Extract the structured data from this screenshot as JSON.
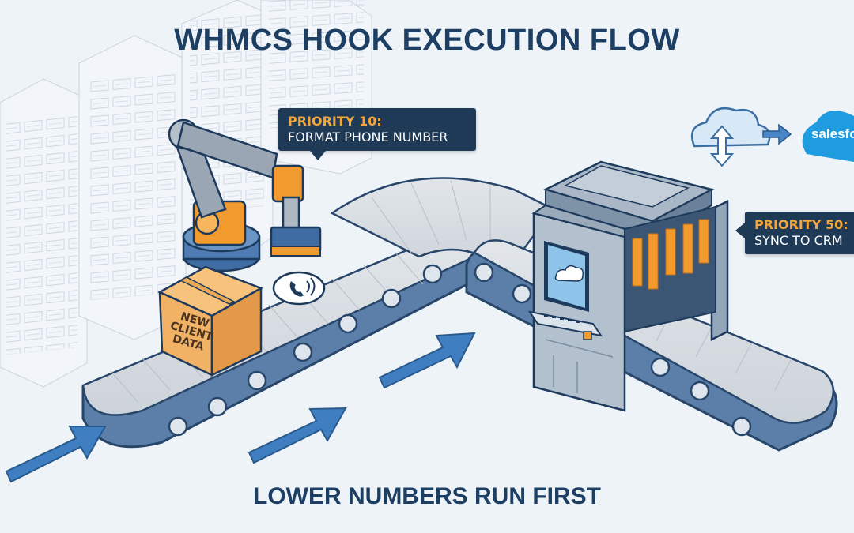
{
  "title": "WHMCS HOOK EXECUTION FLOW",
  "footer": "LOWER NUMBERS RUN FIRST",
  "callouts": [
    {
      "priority": "PRIORITY 10:",
      "text": "FORMAT PHONE NUMBER"
    },
    {
      "priority": "PRIORITY 50:",
      "text": "SYNC TO CRM"
    }
  ],
  "box_label": {
    "line1": "NEW",
    "line2": "CLIENT",
    "line3": "DATA"
  },
  "crm_logo_text": "salesfo",
  "colors": {
    "navy": "#1c3f63",
    "callout_bg": "#1e3a57",
    "accent_orange": "#f5a53a",
    "arrow_blue": "#3f7fc1",
    "belt": "#d8dde3"
  },
  "icons": [
    "cloud-sync-icon",
    "salesforce-cloud-icon",
    "phone-icon",
    "robot-arm-icon",
    "scanner-machine-icon",
    "flow-arrow-icon"
  ]
}
